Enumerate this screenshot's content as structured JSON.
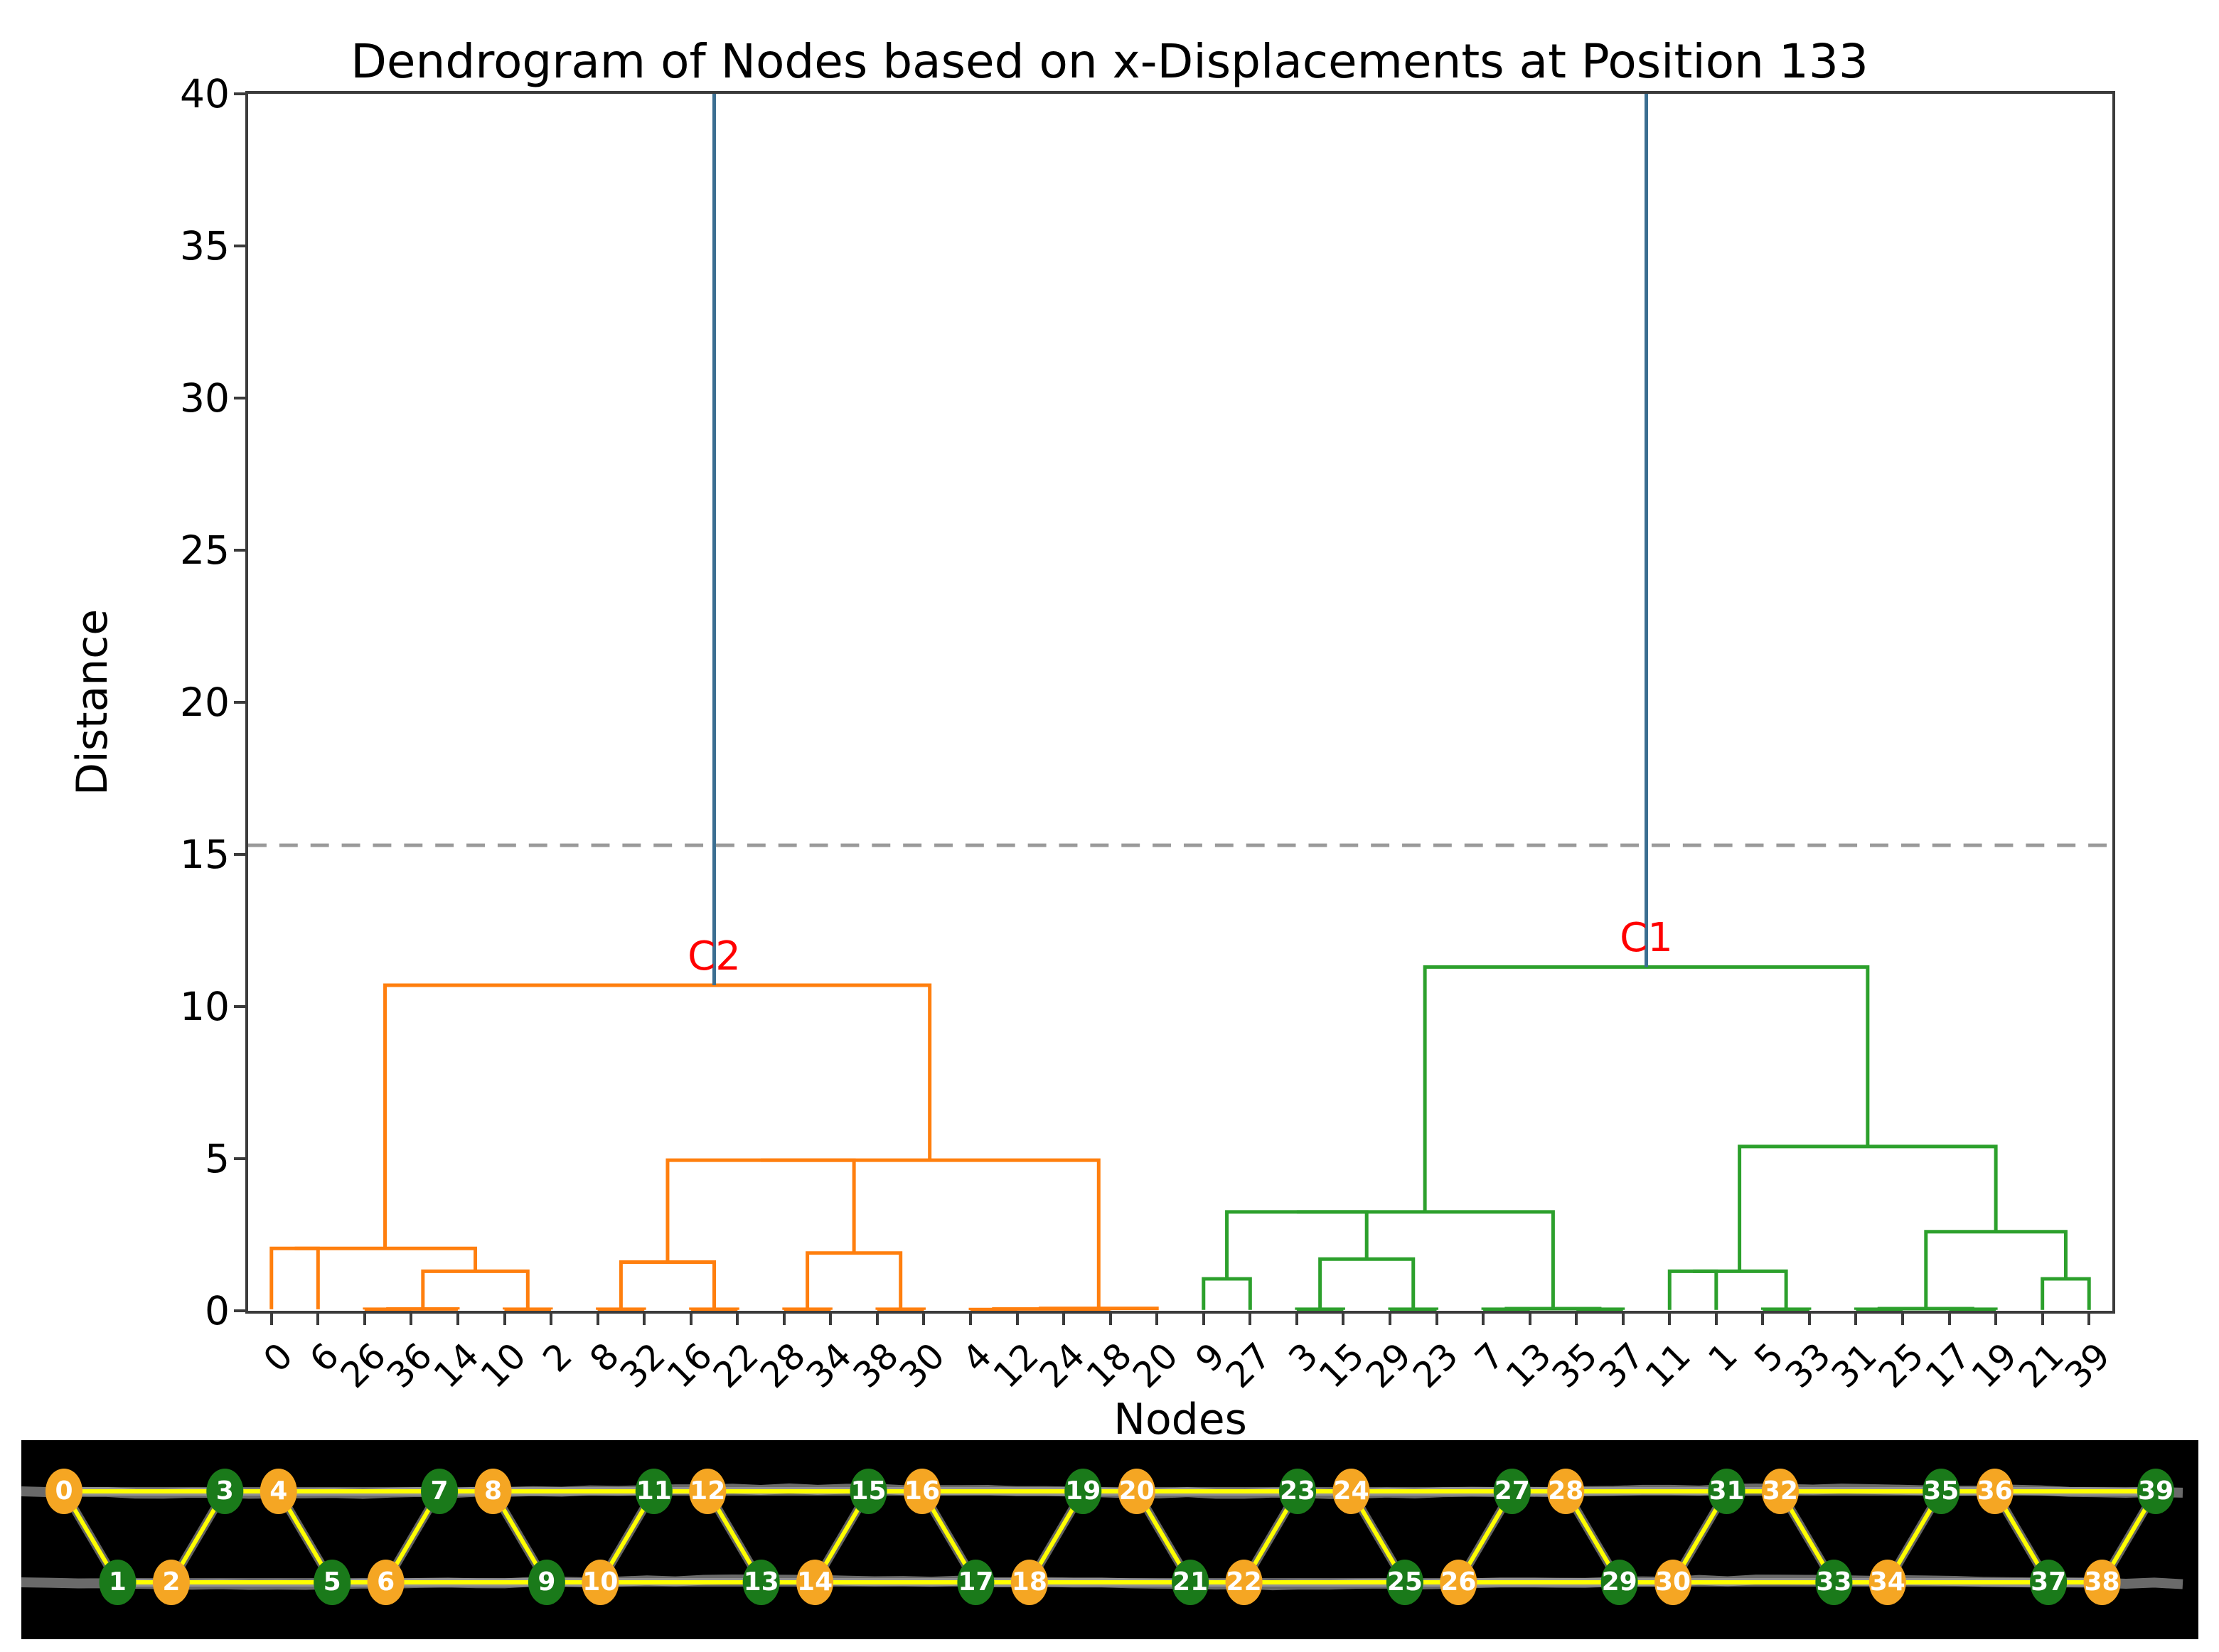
{
  "chart_data": {
    "type": "dendrogram",
    "title": "Dendrogram of Nodes based on x-Displacements at Position 133",
    "xlabel": "Nodes",
    "ylabel": "Distance",
    "ylim": [
      0,
      40
    ],
    "yticks": [
      0,
      5,
      10,
      15,
      20,
      25,
      30,
      35,
      40
    ],
    "grid": false,
    "legend": "none",
    "threshold": {
      "value": 15.3,
      "style": "dashed",
      "color": "#9a9a9a",
      "label": ""
    },
    "leaf_labels": [
      "0",
      "6",
      "26",
      "36",
      "14",
      "10",
      "2",
      "8",
      "32",
      "16",
      "22",
      "28",
      "34",
      "38",
      "30",
      "4",
      "12",
      "24",
      "18",
      "20",
      "9",
      "27",
      "3",
      "15",
      "29",
      "23",
      "7",
      "13",
      "35",
      "37",
      "11",
      "1",
      "5",
      "33",
      "31",
      "25",
      "17",
      "19",
      "21",
      "39"
    ],
    "cluster_colors": {
      "C2": "#ff7f0e",
      "C1": "#2ca02c",
      "above_threshold": "#3b6e91"
    },
    "clusters": [
      {
        "name": "C2",
        "color": "#ff7f0e",
        "height": 10.7,
        "center_leaf_index": 9.5,
        "members": [
          "0",
          "6",
          "26",
          "36",
          "14",
          "10",
          "2",
          "8",
          "32",
          "16",
          "22",
          "28",
          "34",
          "38",
          "30",
          "4",
          "12",
          "24",
          "18",
          "20"
        ]
      },
      {
        "name": "C1",
        "color": "#2ca02c",
        "height": 11.3,
        "center_leaf_index": 29.5,
        "members": [
          "9",
          "27",
          "3",
          "15",
          "29",
          "23",
          "7",
          "13",
          "35",
          "37",
          "11",
          "1",
          "5",
          "33",
          "31",
          "25",
          "17",
          "19",
          "21",
          "39"
        ]
      }
    ],
    "links": [
      {
        "x1": 0.0,
        "x2": 1.0,
        "y1": 0.05,
        "y2": 0.05,
        "h": 2.05,
        "color": "#ff7f0e"
      },
      {
        "x1": 2.0,
        "x2": 3.0,
        "y1": 0.04,
        "y2": 0.04,
        "h": 0.05,
        "color": "#ff7f0e"
      },
      {
        "x1": 2.5,
        "x2": 4.0,
        "y1": 0.05,
        "y2": 0.04,
        "h": 0.06,
        "color": "#ff7f0e"
      },
      {
        "x1": 5.0,
        "x2": 6.0,
        "y1": 0.04,
        "y2": 0.04,
        "h": 0.05,
        "color": "#ff7f0e"
      },
      {
        "x1": 3.25,
        "x2": 5.5,
        "y1": 0.06,
        "y2": 0.05,
        "h": 1.3,
        "color": "#ff7f0e"
      },
      {
        "x1": 0.5,
        "x2": 4.375,
        "y1": 2.05,
        "y2": 1.3,
        "h": 2.05,
        "color": "#ff7f0e"
      },
      {
        "x1": 7.0,
        "x2": 8.0,
        "y1": 0.03,
        "y2": 0.03,
        "h": 0.05,
        "color": "#ff7f0e"
      },
      {
        "x1": 9.0,
        "x2": 10.0,
        "y1": 0.03,
        "y2": 0.03,
        "h": 0.05,
        "color": "#ff7f0e"
      },
      {
        "x1": 7.5,
        "x2": 9.5,
        "y1": 0.05,
        "y2": 0.05,
        "h": 1.6,
        "color": "#ff7f0e"
      },
      {
        "x1": 11.0,
        "x2": 12.0,
        "y1": 0.03,
        "y2": 0.03,
        "h": 0.05,
        "color": "#ff7f0e"
      },
      {
        "x1": 13.0,
        "x2": 14.0,
        "y1": 0.03,
        "y2": 0.03,
        "h": 0.05,
        "color": "#ff7f0e"
      },
      {
        "x1": 11.5,
        "x2": 13.5,
        "y1": 0.05,
        "y2": 0.05,
        "h": 1.9,
        "color": "#ff7f0e"
      },
      {
        "x1": 8.5,
        "x2": 12.5,
        "y1": 1.6,
        "y2": 1.9,
        "h": 4.95,
        "color": "#ff7f0e"
      },
      {
        "x1": 15.0,
        "x2": 16.0,
        "y1": 0.02,
        "y2": 0.02,
        "h": 0.04,
        "color": "#ff7f0e"
      },
      {
        "x1": 17.0,
        "x2": 18.0,
        "y1": 0.02,
        "y2": 0.02,
        "h": 0.04,
        "color": "#ff7f0e"
      },
      {
        "x1": 15.5,
        "x2": 17.5,
        "y1": 0.04,
        "y2": 0.04,
        "h": 0.06,
        "color": "#ff7f0e"
      },
      {
        "x1": 16.5,
        "x2": 19.0,
        "y1": 0.06,
        "y2": 0.02,
        "h": 0.08,
        "color": "#ff7f0e"
      },
      {
        "x1": 10.5,
        "x2": 17.75,
        "y1": 4.95,
        "y2": 0.08,
        "h": 4.95,
        "color": "#ff7f0e"
      },
      {
        "x1": 2.4375,
        "x2": 14.125,
        "y1": 2.05,
        "y2": 4.95,
        "h": 10.7,
        "color": "#ff7f0e"
      },
      {
        "x1": 20.0,
        "x2": 21.0,
        "y1": 0.03,
        "y2": 0.03,
        "h": 1.05,
        "color": "#2ca02c"
      },
      {
        "x1": 22.0,
        "x2": 23.0,
        "y1": 0.03,
        "y2": 0.03,
        "h": 0.05,
        "color": "#2ca02c"
      },
      {
        "x1": 24.0,
        "x2": 25.0,
        "y1": 0.03,
        "y2": 0.03,
        "h": 0.05,
        "color": "#2ca02c"
      },
      {
        "x1": 22.5,
        "x2": 24.5,
        "y1": 0.05,
        "y2": 0.05,
        "h": 1.7,
        "color": "#2ca02c"
      },
      {
        "x1": 20.5,
        "x2": 23.5,
        "y1": 1.05,
        "y2": 1.7,
        "h": 3.25,
        "color": "#2ca02c"
      },
      {
        "x1": 26.0,
        "x2": 27.0,
        "y1": 0.03,
        "y2": 0.03,
        "h": 0.05,
        "color": "#2ca02c"
      },
      {
        "x1": 28.0,
        "x2": 29.0,
        "y1": 0.03,
        "y2": 0.03,
        "h": 0.05,
        "color": "#2ca02c"
      },
      {
        "x1": 26.5,
        "x2": 28.5,
        "y1": 0.05,
        "y2": 0.05,
        "h": 0.07,
        "color": "#2ca02c"
      },
      {
        "x1": 22.0,
        "x2": 27.5,
        "y1": 3.25,
        "y2": 0.07,
        "h": 3.25,
        "color": "#2ca02c"
      },
      {
        "x1": 30.0,
        "x2": 31.0,
        "y1": 0.03,
        "y2": 0.03,
        "h": 1.3,
        "color": "#2ca02c"
      },
      {
        "x1": 32.0,
        "x2": 33.0,
        "y1": 0.03,
        "y2": 0.03,
        "h": 0.05,
        "color": "#2ca02c"
      },
      {
        "x1": 30.5,
        "x2": 32.5,
        "y1": 1.3,
        "y2": 0.05,
        "h": 1.3,
        "color": "#2ca02c"
      },
      {
        "x1": 34.0,
        "x2": 35.0,
        "y1": 0.03,
        "y2": 0.03,
        "h": 0.05,
        "color": "#2ca02c"
      },
      {
        "x1": 36.0,
        "x2": 37.0,
        "y1": 0.03,
        "y2": 0.03,
        "h": 0.05,
        "color": "#2ca02c"
      },
      {
        "x1": 34.5,
        "x2": 36.5,
        "y1": 0.05,
        "y2": 0.05,
        "h": 0.07,
        "color": "#2ca02c"
      },
      {
        "x1": 38.0,
        "x2": 39.0,
        "y1": 0.03,
        "y2": 0.03,
        "h": 1.05,
        "color": "#2ca02c"
      },
      {
        "x1": 35.5,
        "x2": 38.5,
        "y1": 0.07,
        "y2": 1.05,
        "h": 2.6,
        "color": "#2ca02c"
      },
      {
        "x1": 31.5,
        "x2": 37.0,
        "y1": 1.3,
        "y2": 2.6,
        "h": 5.4,
        "color": "#2ca02c"
      },
      {
        "x1": 24.75,
        "x2": 34.25,
        "y1": 3.25,
        "y2": 5.4,
        "h": 11.3,
        "color": "#2ca02c"
      }
    ],
    "stems_above_threshold": [
      {
        "x": 9.5,
        "y_from": 10.7,
        "y_to": 40.0,
        "color": "#3b6e91",
        "label": "C2"
      },
      {
        "x": 29.5,
        "y_from": 11.3,
        "y_to": 40.0,
        "color": "#3b6e91",
        "label": "C1"
      }
    ]
  },
  "figure": {
    "title": "Dendrogram of Nodes based on x-Displacements at Position 133",
    "xlabel": "Nodes",
    "ylabel": "Distance",
    "ytick_labels": [
      "0",
      "5",
      "10",
      "15",
      "20",
      "25",
      "30",
      "35",
      "40"
    ],
    "cluster_label_c2": "C2",
    "cluster_label_c1": "C1"
  },
  "bridge": {
    "caption": "",
    "background": "#000000",
    "edge_color": "#ffff00",
    "node_color_orange": "#f5a623",
    "node_color_green": "#1a7a1a",
    "node_text_color": "#ffffff",
    "node_labels": [
      "0",
      "1",
      "2",
      "3",
      "4",
      "5",
      "6",
      "7",
      "8",
      "9",
      "10",
      "11",
      "12",
      "13",
      "14",
      "15",
      "16",
      "17",
      "18",
      "19",
      "20",
      "21",
      "22",
      "23",
      "24",
      "25",
      "26",
      "27",
      "28",
      "29",
      "30",
      "31",
      "32",
      "33",
      "34",
      "35",
      "36",
      "37",
      "38",
      "39"
    ],
    "node_colors": [
      "orange",
      "green",
      "orange",
      "green",
      "orange",
      "green",
      "orange",
      "green",
      "orange",
      "green",
      "orange",
      "green",
      "orange",
      "green",
      "orange",
      "green",
      "orange",
      "green",
      "orange",
      "green",
      "orange",
      "green",
      "orange",
      "green",
      "orange",
      "green",
      "orange",
      "green",
      "orange",
      "green",
      "orange",
      "green",
      "orange",
      "green",
      "orange",
      "green",
      "orange",
      "green",
      "orange",
      "green"
    ],
    "node_rows": [
      "top",
      "bottom",
      "bottom",
      "top",
      "top",
      "bottom",
      "bottom",
      "top",
      "top",
      "bottom",
      "bottom",
      "top",
      "top",
      "bottom",
      "bottom",
      "top",
      "top",
      "bottom",
      "bottom",
      "top",
      "top",
      "bottom",
      "bottom",
      "top",
      "top",
      "bottom",
      "bottom",
      "top",
      "top",
      "bottom",
      "bottom",
      "top",
      "top",
      "bottom",
      "bottom",
      "top",
      "top",
      "bottom",
      "bottom",
      "top"
    ]
  }
}
